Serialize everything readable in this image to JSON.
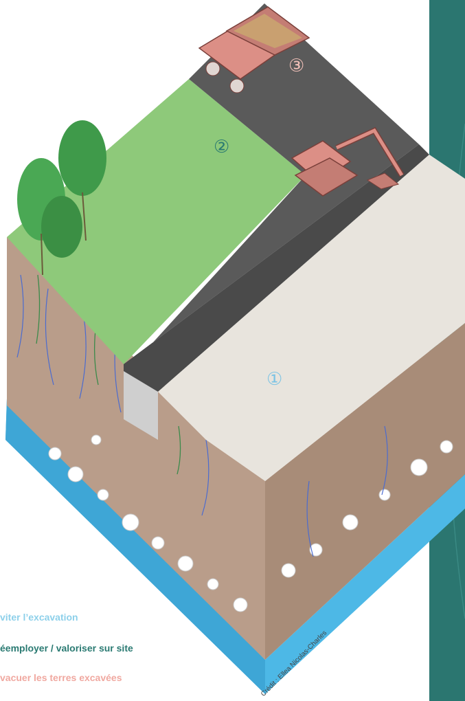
{
  "legend": {
    "item1": "viter l’excavation",
    "item2": "éemployer / valoriser sur site",
    "item3": "vacuer les terres excavées"
  },
  "markers": {
    "m1": "①",
    "m2": "②",
    "m3": "③"
  },
  "credit": "Crédit : Ellea Nicolas-Charles",
  "colors": {
    "panel": "#2b7670",
    "water": "#4db8e6",
    "soil": "#b89a86",
    "grass": "#8ec97a",
    "road": "#5a5a5a",
    "excavated": "#e8e4dd",
    "vehicle": "#dc8f86",
    "legend1": "#8dd0ea",
    "legend2": "#2a7a72",
    "legend3": "#f0a8a0"
  },
  "icons": [
    "truck-icon",
    "excavator-icon",
    "tree-icon"
  ]
}
